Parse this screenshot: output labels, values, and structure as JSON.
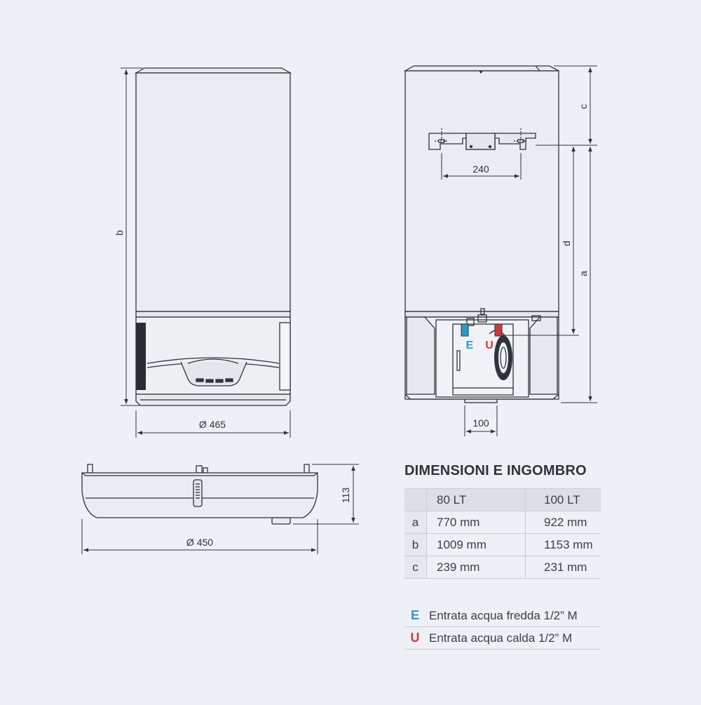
{
  "colors": {
    "background": "#edf0f4",
    "line": "#2f343b",
    "body_fill": "#e9ecf0",
    "cold_water": "#2a9bc9",
    "hot_water": "#d0393b"
  },
  "front_view": {
    "height_label": "b",
    "diameter_label": "Ø 465"
  },
  "side_view": {
    "bracket_label": "240",
    "top_offset_label": "c",
    "bracket_height_label": "d",
    "total_height_label": "a",
    "pipe_spacing_label": "100",
    "inlet_letter": "E",
    "outlet_letter": "U"
  },
  "top_view": {
    "depth_label": "113",
    "diameter_label": "Ø 450"
  },
  "spec": {
    "title": "DIMENSIONI E INGOMBRO",
    "columns": [
      "",
      "80 LT",
      "100 LT"
    ],
    "rows": [
      {
        "key": "a",
        "v80": "770 mm",
        "v100": "922 mm"
      },
      {
        "key": "b",
        "v80": "1009 mm",
        "v100": "1153 mm"
      },
      {
        "key": "c",
        "v80": "239 mm",
        "v100": "231 mm"
      }
    ]
  },
  "legend": [
    {
      "code": "E",
      "text": "Entrata acqua fredda 1/2” M"
    },
    {
      "code": "U",
      "text": "Entrata acqua calda 1/2” M"
    }
  ]
}
